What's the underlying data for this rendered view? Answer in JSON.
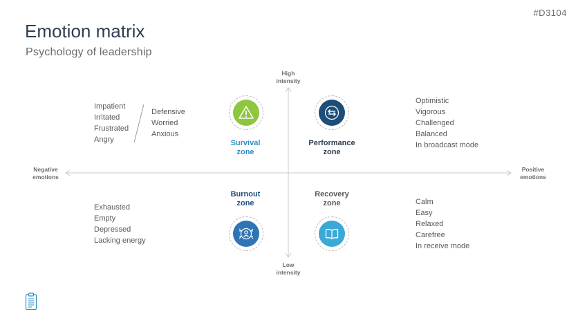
{
  "slide_id": "#D3104",
  "title": "Emotion matrix",
  "subtitle": "Psychology of leadership",
  "axes": {
    "top_line1": "High",
    "top_line2": "intensity",
    "bottom_line1": "Low",
    "bottom_line2": "intensity",
    "left_line1": "Negative",
    "left_line2": "emotions",
    "right_line1": "Positive",
    "right_line2": "emotions"
  },
  "survival": {
    "zone_line1": "Survival",
    "zone_line2": "zone",
    "list_a": [
      "Impatient",
      "Irritated",
      "Frustrated",
      "Angry"
    ],
    "list_b": [
      "Defensive",
      "Worried",
      "Anxious"
    ],
    "icon": "warning-icon",
    "color": "#8dc63f"
  },
  "performance": {
    "zone_line1": "Performance",
    "zone_line2": "zone",
    "list": [
      "Optimistic",
      "Vigorous",
      "Challenged",
      "Balanced",
      "In broadcast mode"
    ],
    "icon": "exchange-arrows-icon",
    "color": "#1d4e79"
  },
  "burnout": {
    "zone_line1": "Burnout",
    "zone_line2": "zone",
    "list": [
      "Exhausted",
      "Empty",
      "Depressed",
      "Lacking energy"
    ],
    "icon": "person-pressure-icon",
    "color": "#2f74b5"
  },
  "recovery": {
    "zone_line1": "Recovery",
    "zone_line2": "zone",
    "list": [
      "Calm",
      "Easy",
      "Relaxed",
      "Carefree",
      "In receive mode"
    ],
    "icon": "open-book-icon",
    "color": "#3aa9d6"
  },
  "footer_icon": "clipboard-icon"
}
